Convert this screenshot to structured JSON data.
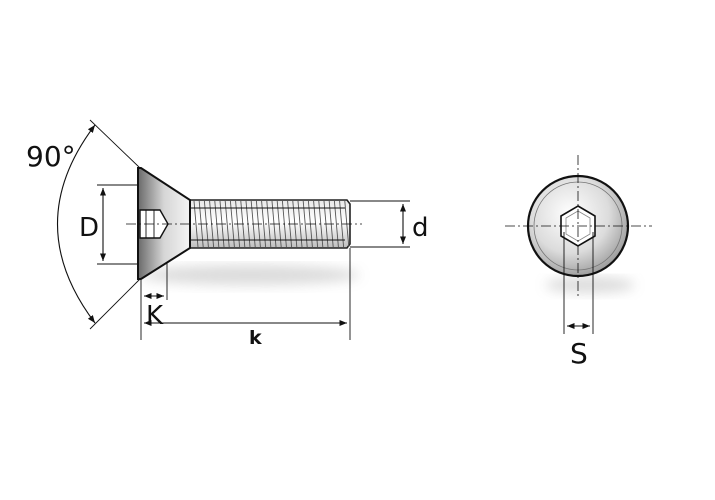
{
  "labels": {
    "angle": "90°",
    "head_diameter": "D",
    "thread_diameter": "d",
    "head_height": "K",
    "length": "k",
    "socket_size": "S"
  }
}
